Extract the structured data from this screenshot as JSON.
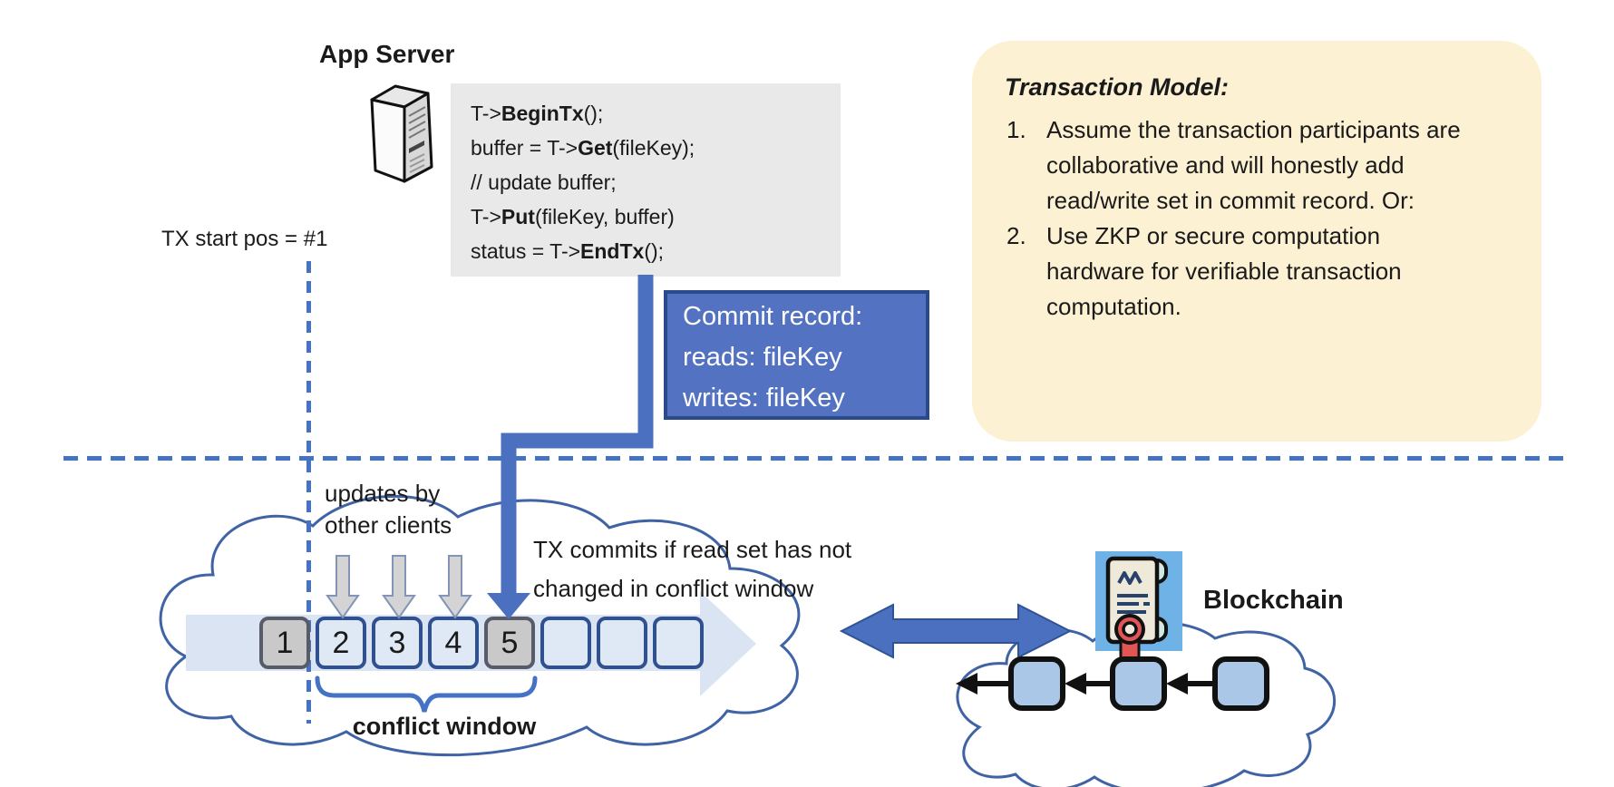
{
  "app_server": {
    "title": "App Server",
    "icon": "server-tower-icon"
  },
  "code_block": {
    "lines": [
      [
        {
          "t": "T->"
        },
        {
          "t": "BeginTx",
          "b": true
        },
        {
          "t": "();"
        }
      ],
      [
        {
          "t": "buffer = T->"
        },
        {
          "t": "Get",
          "b": true
        },
        {
          "t": "(fileKey);"
        }
      ],
      [
        {
          "t": "// update buffer;"
        }
      ],
      [
        {
          "t": "T->"
        },
        {
          "t": "Put",
          "b": true
        },
        {
          "t": "(fileKey, buffer)"
        }
      ],
      [
        {
          "t": "status = T->"
        },
        {
          "t": "EndTx",
          "b": true
        },
        {
          "t": "();"
        }
      ]
    ]
  },
  "tx_start_label": "TX start pos = #1",
  "commit_record": {
    "lines": [
      "Commit record:",
      "reads: fileKey",
      "writes: fileKey"
    ]
  },
  "transaction_model": {
    "title": "Transaction Model:",
    "items": [
      "Assume the transaction participants are collaborative and will honestly add read/write set in commit record.  Or:",
      "Use ZKP or secure computation hardware for verifiable transaction computation."
    ]
  },
  "timeline": {
    "blocks": [
      {
        "label": "1",
        "highlighted": true
      },
      {
        "label": "2",
        "highlighted": false
      },
      {
        "label": "3",
        "highlighted": false
      },
      {
        "label": "4",
        "highlighted": false
      },
      {
        "label": "5",
        "highlighted": true
      },
      {
        "label": "",
        "highlighted": false
      },
      {
        "label": "",
        "highlighted": false
      },
      {
        "label": "",
        "highlighted": false
      }
    ],
    "updates_line1": "updates by",
    "updates_line2": "other clients",
    "commit_note_line1": "TX commits if read set has not",
    "commit_note_line2": "changed in conflict window",
    "conflict_window_label": "conflict window"
  },
  "blockchain": {
    "label": "Blockchain",
    "icon": "certificate-scroll-icon",
    "blocks_count": 3
  },
  "colors": {
    "accent": "#4472c4",
    "arrow_blue": "#4c70c0",
    "commit_fill": "#5472c2",
    "commit_border": "#2b4a8b",
    "panel_yellow": "#fcf1d3",
    "code_bg": "#e9e9e9",
    "block_border": "#30508f",
    "block_fill": "#dfe9f5",
    "block_highlight": "#c9c9c9",
    "band": "#dae4f2",
    "cloud_stroke": "#3f63a4",
    "chain_fill": "#aac7e8",
    "icon_bg": "#6fb2e5",
    "seal_red": "#e25555",
    "gray_arrow": "#d4d4d4"
  }
}
